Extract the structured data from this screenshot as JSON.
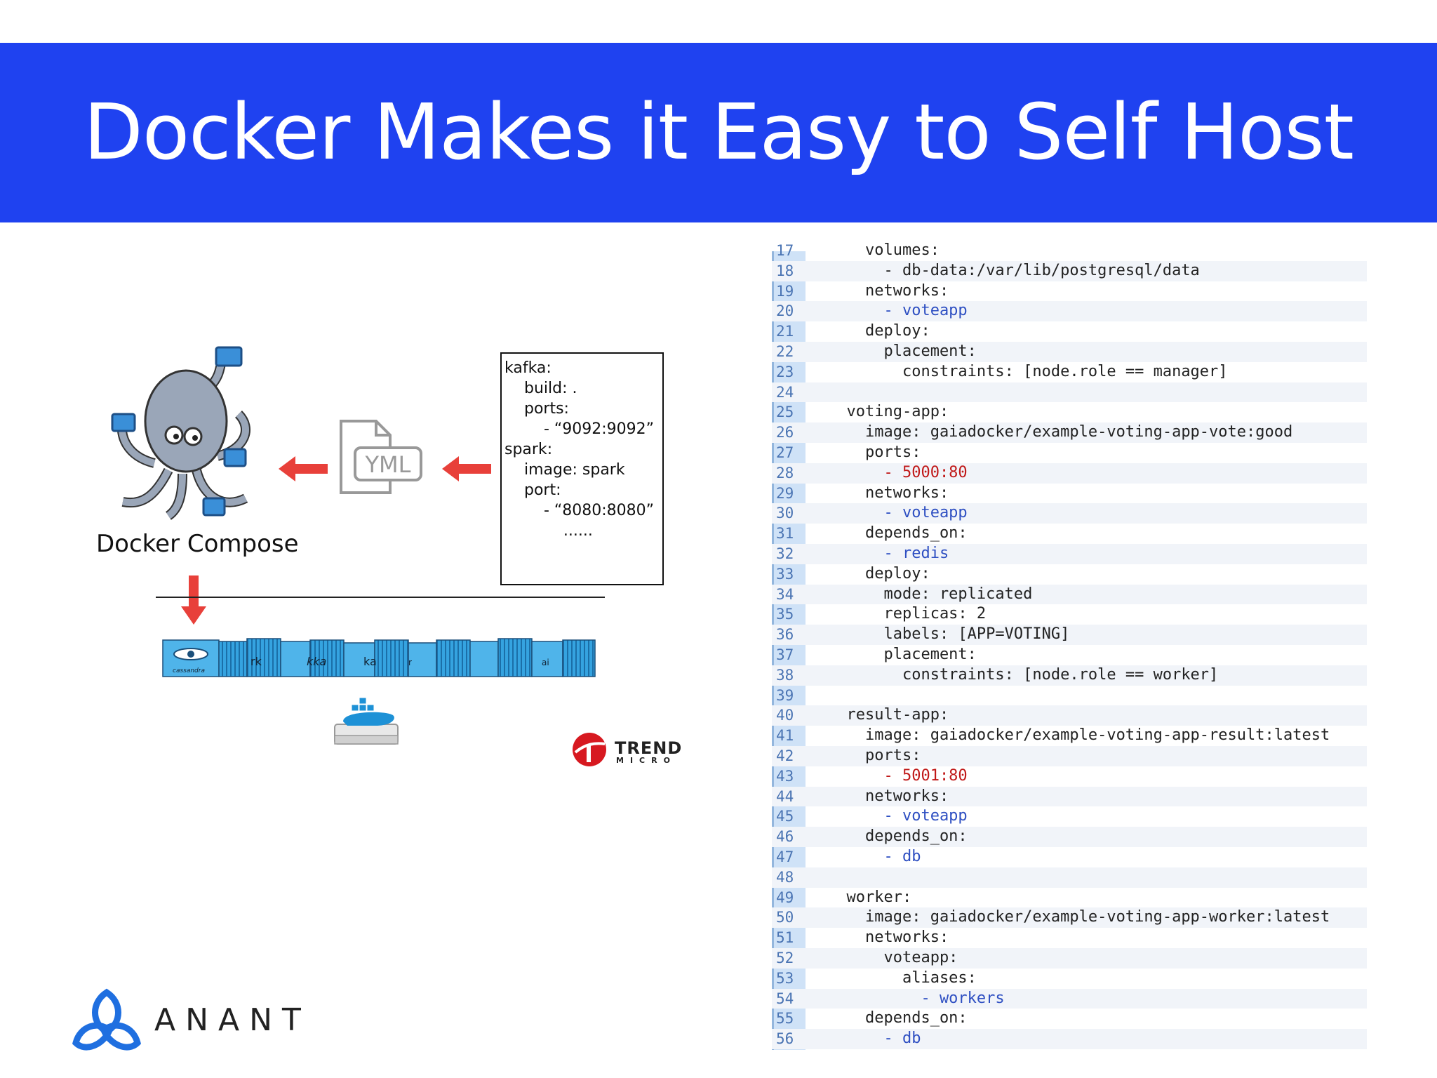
{
  "slide": {
    "title": "Docker Makes it Easy to Self Host"
  },
  "diagram": {
    "compose_label": "Docker Compose",
    "yml_icon_text": "YML",
    "yml_lines": [
      "kafka:",
      "    build: .",
      "    ports:",
      "        - “9092:9092”",
      "spark:",
      "    image: spark",
      "    port:",
      "        - “8080:8080”",
      "            ......"
    ],
    "container_labels": [
      "cassandra",
      "rk",
      "kka",
      "ka",
      "r",
      "ai"
    ]
  },
  "trend_micro": {
    "name": "TREND",
    "sub": "MICRO"
  },
  "code": {
    "lines": [
      {
        "n": "17",
        "text": "    volumes:",
        "kind": "plain"
      },
      {
        "n": "18",
        "text": "      - db-data:/var/lib/postgresql/data",
        "kind": "plain"
      },
      {
        "n": "19",
        "text": "    networks:",
        "kind": "plain"
      },
      {
        "n": "20",
        "text": "      - voteapp",
        "kind": "val"
      },
      {
        "n": "21",
        "text": "    deploy:",
        "kind": "plain"
      },
      {
        "n": "22",
        "text": "      placement:",
        "kind": "plain"
      },
      {
        "n": "23",
        "text": "        constraints: [node.role == manager]",
        "kind": "plain"
      },
      {
        "n": "24",
        "text": "",
        "kind": "plain"
      },
      {
        "n": "25",
        "text": "  voting-app:",
        "kind": "plain"
      },
      {
        "n": "26",
        "text": "    image: gaiadocker/example-voting-app-vote:good",
        "kind": "plain"
      },
      {
        "n": "27",
        "text": "    ports:",
        "kind": "plain"
      },
      {
        "n": "28",
        "text": "      - 5000:80",
        "kind": "num"
      },
      {
        "n": "29",
        "text": "    networks:",
        "kind": "plain"
      },
      {
        "n": "30",
        "text": "      - voteapp",
        "kind": "val"
      },
      {
        "n": "31",
        "text": "    depends_on:",
        "kind": "plain"
      },
      {
        "n": "32",
        "text": "      - redis",
        "kind": "val"
      },
      {
        "n": "33",
        "text": "    deploy:",
        "kind": "plain"
      },
      {
        "n": "34",
        "text": "      mode: replicated",
        "kind": "plain"
      },
      {
        "n": "35",
        "text": "      replicas: 2",
        "kind": "plain"
      },
      {
        "n": "36",
        "text": "      labels: [APP=VOTING]",
        "kind": "plain"
      },
      {
        "n": "37",
        "text": "      placement:",
        "kind": "plain"
      },
      {
        "n": "38",
        "text": "        constraints: [node.role == worker]",
        "kind": "plain"
      },
      {
        "n": "39",
        "text": "",
        "kind": "plain"
      },
      {
        "n": "40",
        "text": "  result-app:",
        "kind": "plain"
      },
      {
        "n": "41",
        "text": "    image: gaiadocker/example-voting-app-result:latest",
        "kind": "plain"
      },
      {
        "n": "42",
        "text": "    ports:",
        "kind": "plain"
      },
      {
        "n": "43",
        "text": "      - 5001:80",
        "kind": "num"
      },
      {
        "n": "44",
        "text": "    networks:",
        "kind": "plain"
      },
      {
        "n": "45",
        "text": "      - voteapp",
        "kind": "val"
      },
      {
        "n": "46",
        "text": "    depends_on:",
        "kind": "plain"
      },
      {
        "n": "47",
        "text": "      - db",
        "kind": "val"
      },
      {
        "n": "48",
        "text": "",
        "kind": "plain"
      },
      {
        "n": "49",
        "text": "  worker:",
        "kind": "plain"
      },
      {
        "n": "50",
        "text": "    image: gaiadocker/example-voting-app-worker:latest",
        "kind": "plain"
      },
      {
        "n": "51",
        "text": "    networks:",
        "kind": "plain"
      },
      {
        "n": "52",
        "text": "      voteapp:",
        "kind": "plain"
      },
      {
        "n": "53",
        "text": "        aliases:",
        "kind": "plain"
      },
      {
        "n": "54",
        "text": "          - workers",
        "kind": "val"
      },
      {
        "n": "55",
        "text": "    depends_on:",
        "kind": "plain"
      },
      {
        "n": "56",
        "text": "      - db",
        "kind": "val"
      }
    ]
  },
  "brand": {
    "name": "ANANT",
    "accent": "#1f42f0",
    "arrow_color": "#e8403a",
    "trend_red": "#d71920"
  }
}
